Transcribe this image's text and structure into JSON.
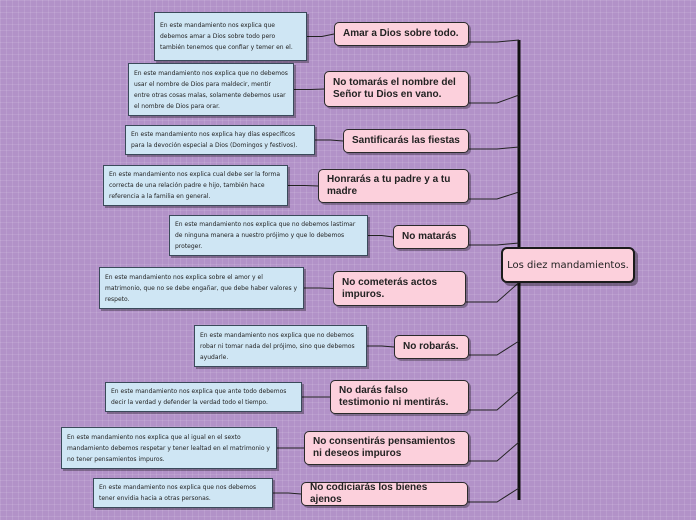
{
  "root": {
    "label": "Los diez mandamientos."
  },
  "commandments": [
    {
      "title": "Amar a Dios sobre todo.",
      "description": "En este mandamiento nos explica que debemos amar a Dios sobre todo pero también tenemos que confiar y temer en el."
    },
    {
      "title": "No tomarás el nombre del Señor tu Dios en vano.",
      "description": "En este mandamiento nos explica que no debemos usar el nombre de Dios para maldecir, mentir entre otras cosas malas, solamente debemos usar el nombre de Dios para orar."
    },
    {
      "title": "Santificarás las fiestas",
      "description": "En este mandamiento nos explica hay días específicos para la devoción especial a Dios (Domingos y festivos)."
    },
    {
      "title": "Honrarás a tu padre y a tu madre",
      "description": "En este mandamiento nos explica cual debe ser la forma correcta de una relación padre e hijo, también hace referencia a la familia en general."
    },
    {
      "title": "No matarás",
      "description": "En este mandamiento nos explica que no debemos lastimar de ninguna manera a nuestro prójimo y que lo debemos proteger."
    },
    {
      "title": "No cometerás actos impuros.",
      "description": "En este mandamiento nos explica sobre el amor y el matrimonio, que no se debe engañar, que debe haber valores y respeto."
    },
    {
      "title": "No robarás.",
      "description": "En este mandamiento nos explica que no debemos robar ni tomar nada del prójimo, sino que debemos ayudarle."
    },
    {
      "title": "No darás falso testimonio ni mentirás.",
      "description": "En este mandamiento nos explica que ante todo debemos decir la verdad y defender la verdad todo el tiempo."
    },
    {
      "title": "No consentirás pensamientos ni deseos impuros",
      "description": "En este mandamiento nos explica que al igual en el sexto mandamiento debemos respetar y tener lealtad en el matrimonio y no tener pensamientos impuros."
    },
    {
      "title": "No codiciarás los bienes ajenos",
      "description": "En este mandamiento nos explica que nos debemos tener envidia hacia a otras personas."
    }
  ]
}
